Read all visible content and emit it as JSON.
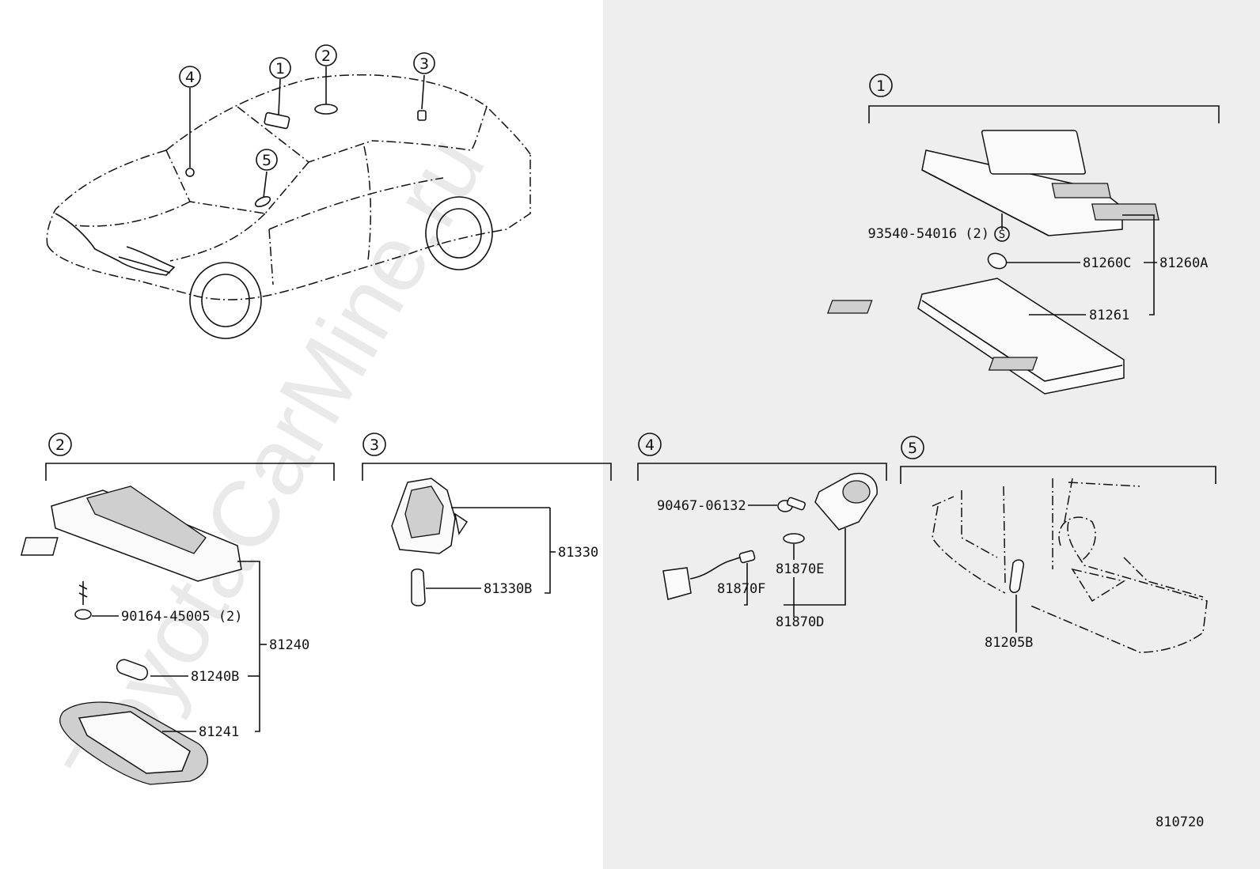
{
  "watermark": "ToyotaCarMine.ru",
  "figure_number": "810720",
  "car_callouts": [
    "1",
    "2",
    "3",
    "4",
    "5"
  ],
  "sections": [
    {
      "number": "1",
      "labels": [
        "93540-54016 (2)",
        "81260C",
        "81260A",
        "81261"
      ],
      "marker": "S"
    },
    {
      "number": "2",
      "labels": [
        "90164-45005 (2)",
        "81240",
        "81240B",
        "81241"
      ]
    },
    {
      "number": "3",
      "labels": [
        "81330",
        "81330B"
      ]
    },
    {
      "number": "4",
      "labels": [
        "90467-06132",
        "81870E",
        "81870F",
        "81870D"
      ]
    },
    {
      "number": "5",
      "labels": [
        "81205B"
      ]
    }
  ]
}
